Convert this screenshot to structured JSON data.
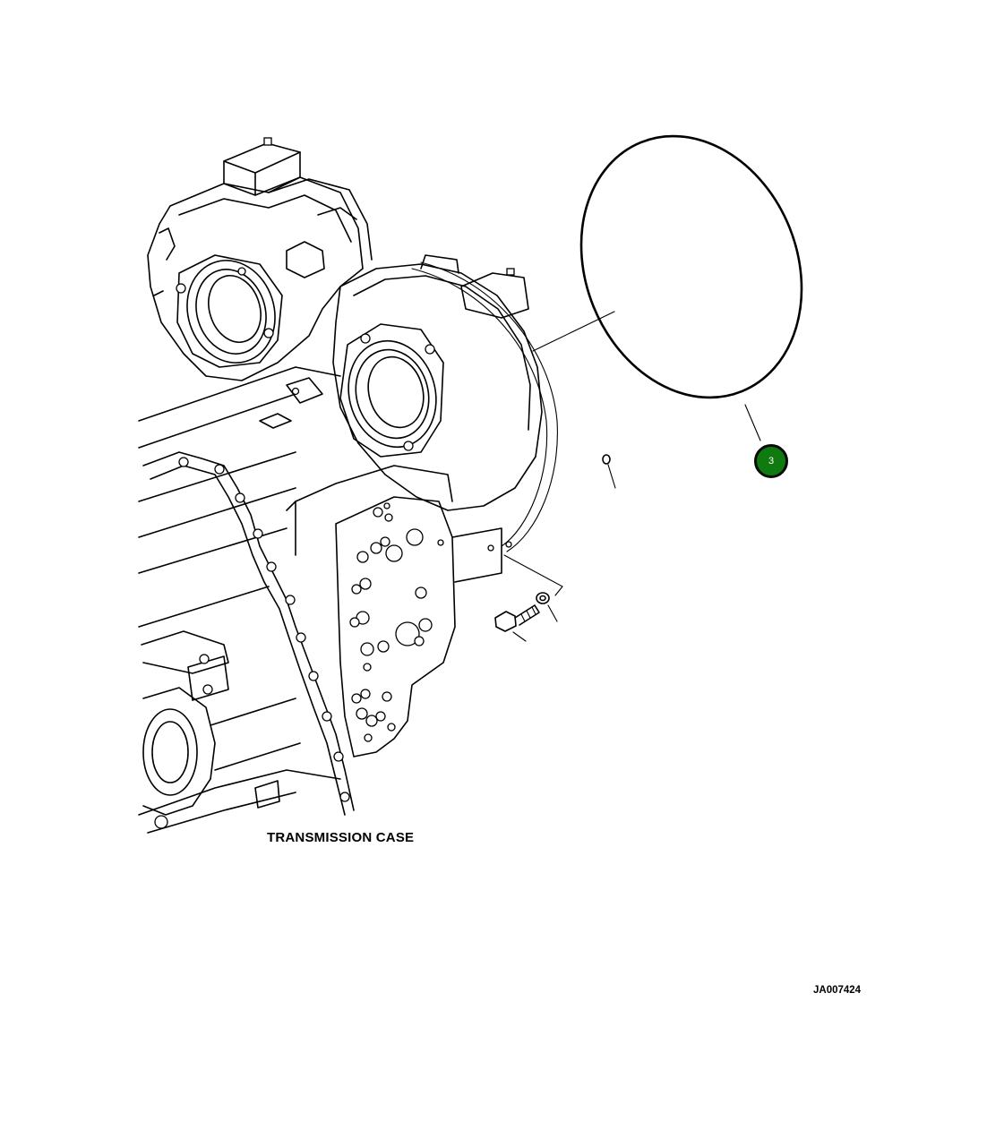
{
  "diagram": {
    "case_label": "TRANSMISSION CASE",
    "figure_id": "JA007424",
    "callouts": [
      {
        "number": "3",
        "part": "o-ring-gasket"
      }
    ],
    "colors": {
      "linework": "#000000",
      "callout_fill": "#0f7a0f",
      "callout_border": "#0a0a0a",
      "callout_text": "#ffffff"
    }
  }
}
